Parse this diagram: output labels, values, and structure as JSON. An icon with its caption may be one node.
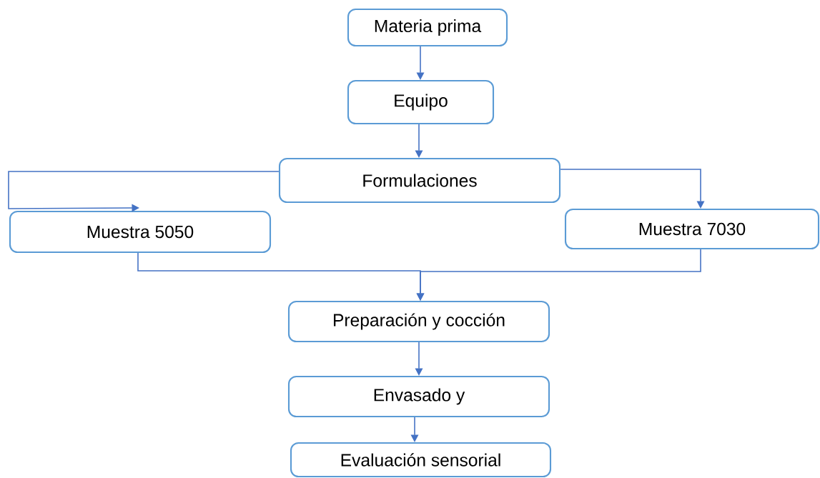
{
  "diagram": {
    "nodes": [
      {
        "text": [
          "Materia prima"
        ]
      },
      {
        "text": [
          "Equipo"
        ]
      },
      {
        "text": [
          "Formulaciones"
        ]
      },
      {
        "text": [
          "Muestra 5050"
        ]
      },
      {
        "text": [
          "Muestra 7030"
        ]
      },
      {
        "text": [
          "Preparación y cocción"
        ]
      },
      {
        "text": [
          "Envasado y"
        ]
      },
      {
        "text": [
          "Evaluación sensorial"
        ]
      }
    ],
    "edges": [
      {
        "from": 0,
        "to": 1,
        "arrow": "to"
      },
      {
        "from": 1,
        "to": 2,
        "arrow": "to"
      },
      {
        "from": 2,
        "to": 3,
        "arrow": "to"
      },
      {
        "from": 2,
        "to": 4,
        "arrow": "to"
      },
      {
        "from": 3,
        "to": 5,
        "arrow": "to"
      },
      {
        "from": 4,
        "to": 5,
        "arrow": "to"
      },
      {
        "from": 5,
        "to": 6,
        "arrow": "to"
      },
      {
        "from": 6,
        "to": 7,
        "arrow": "to"
      }
    ]
  }
}
